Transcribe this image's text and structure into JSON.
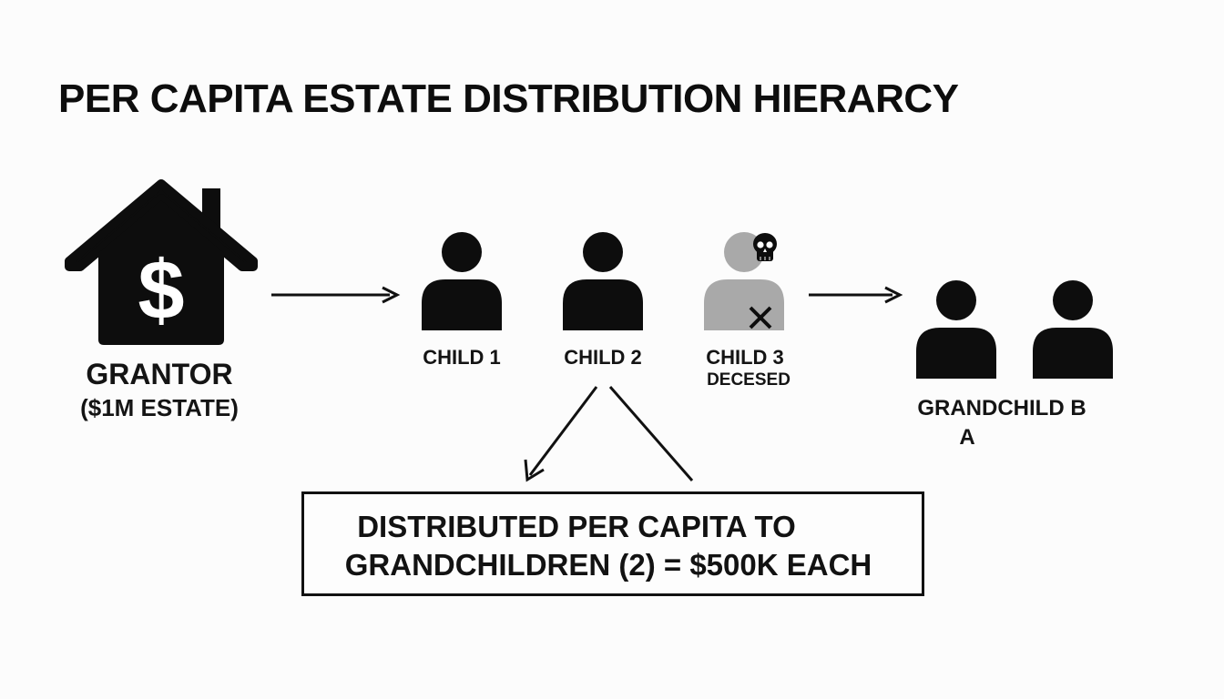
{
  "title": "PER CAPITA ESTATE DISTRIBUTION HIERARCY",
  "grantor": {
    "icon": "house-dollar-icon",
    "symbol": "$",
    "label": "GRANTOR",
    "sublabel": "($1M ESTATE)"
  },
  "children": [
    {
      "label": "CHILD 1",
      "icon": "person-icon"
    },
    {
      "label": "CHILD 2",
      "icon": "person-icon"
    },
    {
      "label": "CHILD 3",
      "sublabel": "DECESED",
      "icon": "deceased-person-icon",
      "badge_icon": "skull-icon",
      "mark_icon": "cross-mark-icon"
    }
  ],
  "grandchildren": {
    "label": "GRANDCHILD B",
    "sublabel": "A",
    "icons": [
      "person-icon",
      "person-icon"
    ]
  },
  "result": {
    "line1": "DISTRIBUTED PER CAPITA TO",
    "line2": "GRANDCHILDREN (2) = $500K EACH"
  },
  "colors": {
    "ink": "#0d0d0d",
    "deceased_gray": "#a9a9a9",
    "background": "#fcfcfc"
  }
}
